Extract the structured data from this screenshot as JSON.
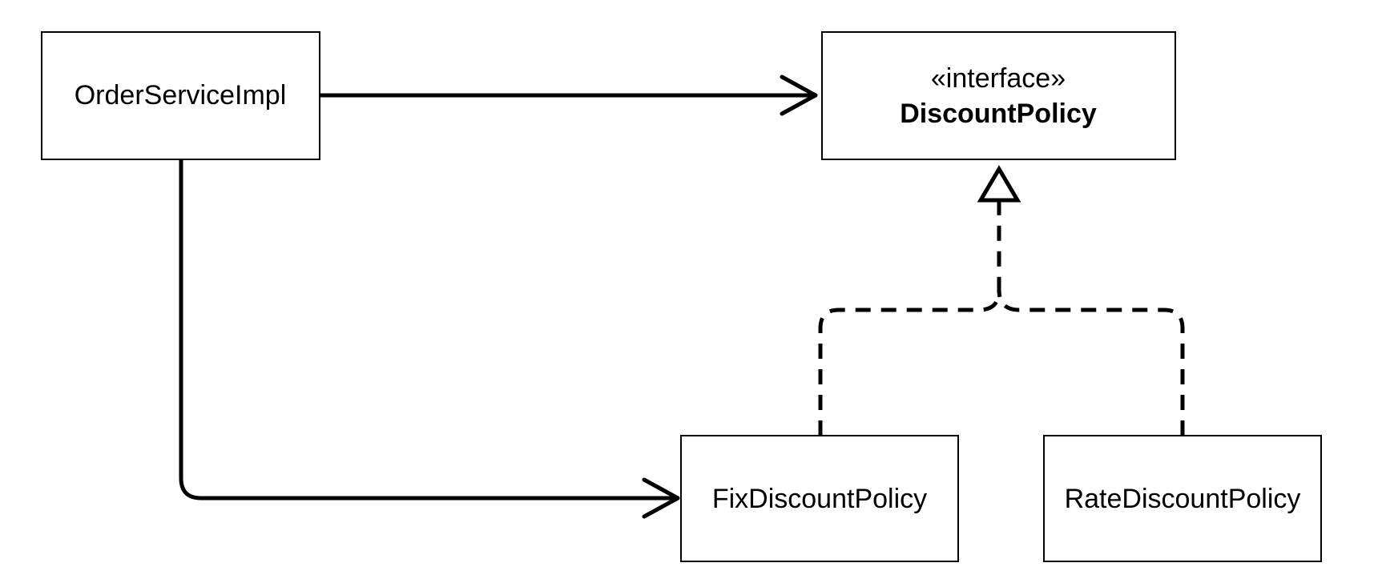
{
  "diagram": {
    "nodes": {
      "order_service_impl": {
        "name": "OrderServiceImpl"
      },
      "discount_policy": {
        "stereotype": "«interface»",
        "name": "DiscountPolicy"
      },
      "fix_discount_policy": {
        "name": "FixDiscountPolicy"
      },
      "rate_discount_policy": {
        "name": "RateDiscountPolicy"
      }
    },
    "edges": [
      {
        "from": "OrderServiceImpl",
        "to": "DiscountPolicy",
        "type": "association"
      },
      {
        "from": "OrderServiceImpl",
        "to": "FixDiscountPolicy",
        "type": "association"
      },
      {
        "from": "FixDiscountPolicy",
        "to": "DiscountPolicy",
        "type": "realization"
      },
      {
        "from": "RateDiscountPolicy",
        "to": "DiscountPolicy",
        "type": "realization"
      }
    ]
  }
}
